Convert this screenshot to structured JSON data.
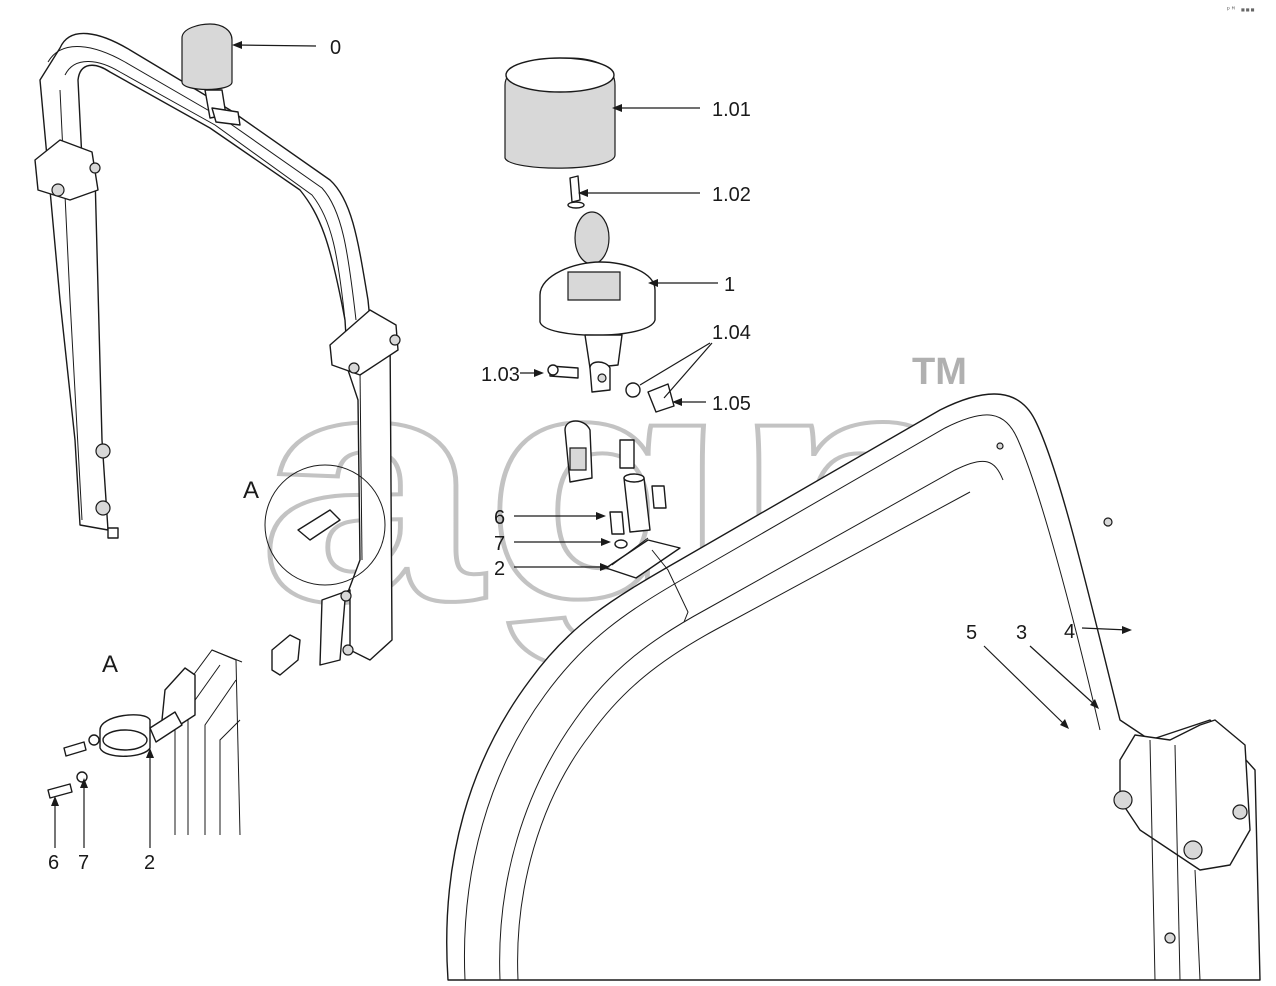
{
  "watermark": {
    "text": "agp",
    "tm": "TM"
  },
  "corner_mark": "ᵖᴹ ▪▪▪",
  "view_labels": {
    "main": "A",
    "detail": "A"
  },
  "callouts": {
    "c0": "0",
    "c101": "1.01",
    "c102": "1.02",
    "c1": "1",
    "c104": "1.04",
    "c103": "1.03",
    "c105": "1.05",
    "c6": "6",
    "c7": "7",
    "c2": "2",
    "c5": "5",
    "c3": "3",
    "c4": "4",
    "d6": "6",
    "d7": "7",
    "d2": "2"
  }
}
